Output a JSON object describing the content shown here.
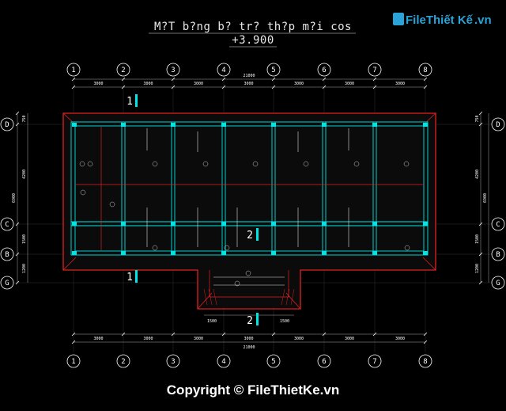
{
  "title": {
    "line1": "M?T b?ng b? tr? th?p m?i cos",
    "line2": "+3.900"
  },
  "grid_axes": {
    "columns": [
      "1",
      "2",
      "3",
      "4",
      "5",
      "6",
      "7",
      "8"
    ],
    "rows": [
      "D",
      "C",
      "B",
      "G"
    ]
  },
  "dimensions": {
    "top_spans": [
      "3000",
      "3000",
      "3000",
      "3000",
      "3000",
      "3000",
      "3000"
    ],
    "top_total": "21000",
    "bottom_spans": [
      "3000",
      "3000",
      "3000",
      "3000",
      "3000",
      "3000",
      "3000"
    ],
    "bottom_total": "21000",
    "left_spans": [
      "750",
      "4200",
      "1500",
      "1200"
    ],
    "left_total": "6900",
    "right_spans": [
      "750",
      "4200",
      "1500",
      "1200"
    ],
    "right_total": "6900",
    "stair": [
      "1500",
      "1500"
    ]
  },
  "section_markers": {
    "top_1": "1",
    "bottom_1": "1",
    "top_2": "2",
    "bottom_2": "2"
  },
  "watermark": {
    "logo_text": "FileThiết Kế",
    "logo_suffix": ".vn",
    "copyright": "Copyright © FileThietKe.vn"
  },
  "colors": {
    "background": "#000000",
    "beam": "#00e5e5",
    "slab_edge": "#e02020",
    "dimension": "#ffffff",
    "reinforcement": "#ffffff",
    "brand": "#2aa3d8"
  }
}
